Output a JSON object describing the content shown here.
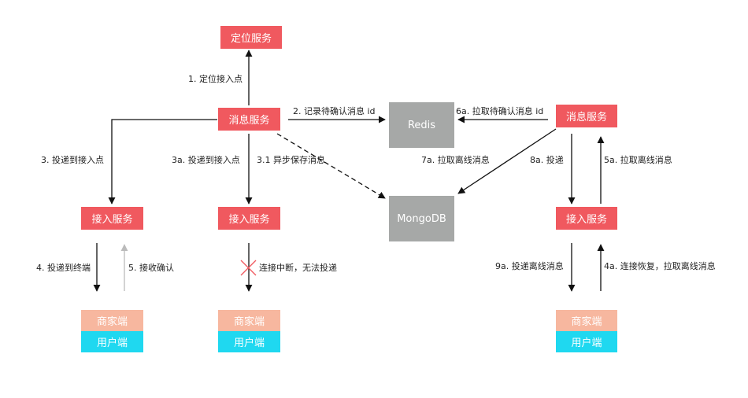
{
  "nodes": {
    "locate_service": "定位服务",
    "msg_service_left": "消息服务",
    "msg_service_right": "消息服务",
    "redis": "Redis",
    "mongodb": "MongoDB",
    "access_service_1": "接入服务",
    "access_service_2": "接入服务",
    "access_service_3": "接入服务",
    "merchant_1": "商家端",
    "user_1": "用户端",
    "merchant_2": "商家端",
    "user_2": "用户端",
    "merchant_3": "商家端",
    "user_3": "用户端"
  },
  "edges": {
    "e1": "1. 定位接入点",
    "e2": "2. 记录待确认消息 id",
    "e3": "3. 投递到接入点",
    "e3a": "3a. 投递到接入点",
    "e31": "3.1 异步保存消息",
    "e4": "4. 投递到终端",
    "e5": "5. 接收确认",
    "broken": "连接中断，无法投递",
    "e6a": "6a. 拉取待确认消息 id",
    "e7a": "7a. 拉取离线消息",
    "e8a": "8a. 投递",
    "e5a": "5a. 拉取离线消息",
    "e9a": "9a. 投递离线消息",
    "e4a": "4a. 连接恢复，拉取离线消息"
  },
  "colors": {
    "service": "#f0595f",
    "store": "#a6a8a7",
    "merchant": "#f7b79f",
    "user": "#1fd8f0",
    "arrow": "#111111",
    "ack_arrow": "#bbbbbb",
    "cross": "#f0595f"
  }
}
